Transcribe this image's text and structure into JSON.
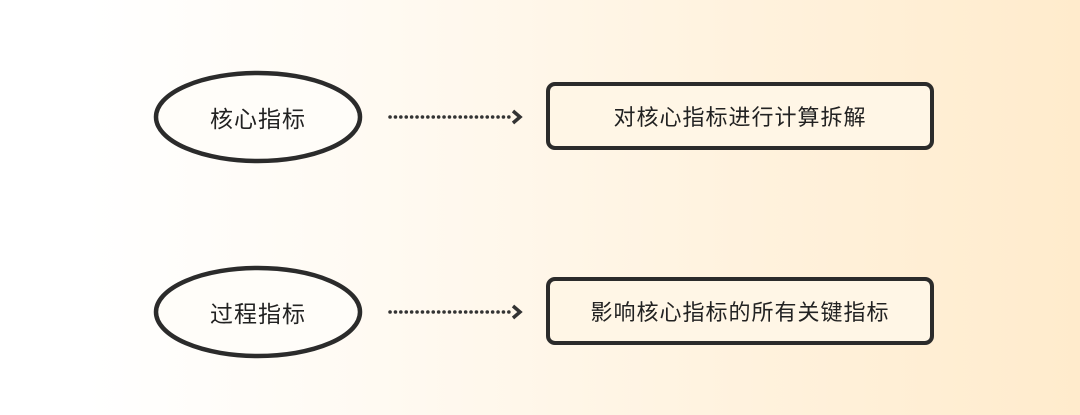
{
  "diagram": {
    "background": {
      "from": "#ffffff",
      "to": "#ffebcc"
    },
    "stroke_color": "#2b2b2b",
    "rows": [
      {
        "source": {
          "label": "核心指标",
          "shape": "ellipse"
        },
        "connector": {
          "style": "dotted-arrow",
          "icon": "arrow-right-icon"
        },
        "target": {
          "label": "对核心指标进行计算拆解",
          "shape": "rounded-rectangle"
        }
      },
      {
        "source": {
          "label": "过程指标",
          "shape": "ellipse"
        },
        "connector": {
          "style": "dotted-arrow",
          "icon": "arrow-right-icon"
        },
        "target": {
          "label": "影响核心指标的所有关键指标",
          "shape": "rounded-rectangle"
        }
      }
    ]
  }
}
